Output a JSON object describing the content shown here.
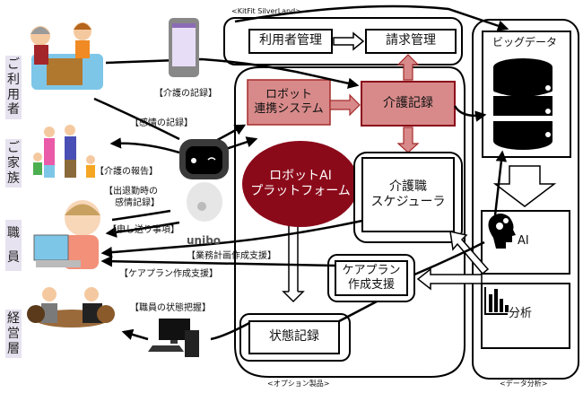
{
  "title": "KitFit SilverLand robot AI platform system diagram",
  "colors": {
    "red_box_fill": "#d88a8a",
    "red_box_stroke": "#a52a2a",
    "platform_fill": "#8b0a1a",
    "vertical_label_bg": "#e6e2ef",
    "line": "#000000"
  },
  "groups": {
    "kitfit": "<KitFit SilverLand>",
    "options": "<オプション製品>",
    "data_analysis": "<データ分析>"
  },
  "actors": {
    "user": "ご利用者",
    "family": "ご家族",
    "staff": "職員",
    "management": "経営層"
  },
  "boxes": {
    "user_mgmt": "利用者管理",
    "billing": "請求管理",
    "robot_link_line1": "ロボット",
    "robot_link_line2": "連携システム",
    "care_record": "介護記録",
    "platform_line1": "ロボットAI",
    "platform_line2": "プラットフォーム",
    "scheduler_line1": "介護職",
    "scheduler_line2": "スケジューラ",
    "careplan_line1": "ケアプラン",
    "careplan_line2": "作成支援",
    "status_record": "状態記録",
    "big_data": "ビッグデータ",
    "ai": "AI",
    "analysis": "分析"
  },
  "flow_labels": {
    "care_record": "【介護の記録】",
    "emotion_record": "【感情の記録】",
    "care_report": "【介護の報告】",
    "attendance_emotion_line1": "【出退勤時の",
    "attendance_emotion_line2": "感情記録】",
    "handover": "【申し送り事項】",
    "work_plan": "【業務計画作成支援】",
    "careplan_support": "【ケアプラン作成支援】",
    "staff_status": "【職員の状態把握】"
  },
  "robot_name": "unibo",
  "icons": [
    "smartphone-icon",
    "robot-icon",
    "desktop-computer-icon",
    "database-icon",
    "ai-head-gears-icon",
    "bar-chart-icon"
  ]
}
